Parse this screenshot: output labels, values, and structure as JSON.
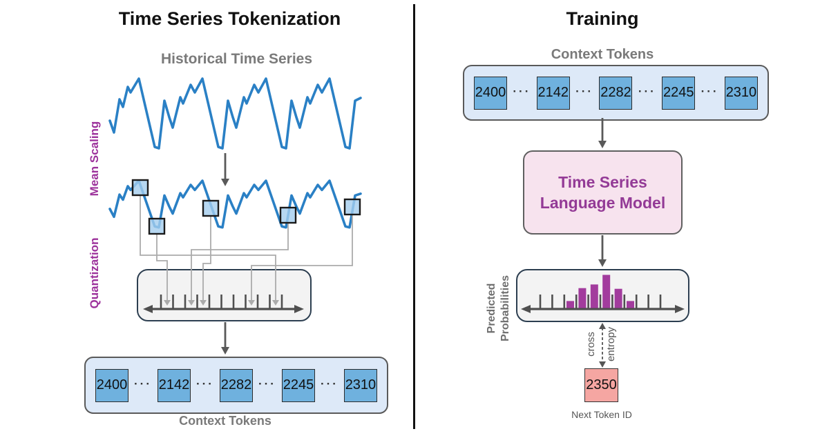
{
  "left": {
    "title": "Time Series Tokenization",
    "series_label": "Historical Time Series",
    "mean_scaling_label": "Mean Scaling",
    "quantization_label": "Quantization",
    "tokens": [
      "2400",
      "2142",
      "2282",
      "2245",
      "2310"
    ],
    "ellipsis": "···",
    "tokens_label": "Context Tokens"
  },
  "right": {
    "title": "Training",
    "tokens_label": "Context Tokens",
    "tokens": [
      "2400",
      "2142",
      "2282",
      "2245",
      "2310"
    ],
    "ellipsis": "···",
    "model_label_line1": "Time Series",
    "model_label_line2": "Language Model",
    "prob_label_line1": "Predicted",
    "prob_label_line2": "Probabilities",
    "cross_entropy_line1": "cross",
    "cross_entropy_line2": "entropy",
    "probability_bars": [
      0.21,
      0.6,
      0.71,
      1.0,
      0.58,
      0.21
    ],
    "next_token": "2350",
    "next_token_label": "Next Token ID"
  },
  "colors": {
    "series_blue": "#2a80c5",
    "token_blue": "#6fb1de",
    "token_row_bg": "#dde9f8",
    "label_purple": "#9c319b",
    "bar_purple": "#a23c9d",
    "model_pink_bg": "#f7e3ee",
    "model_text_purple": "#933a96",
    "next_token_salmon": "#f5a6a2",
    "quant_box_border_navy": "#2c3e50",
    "gray_label": "#7a7a7a",
    "arrow_gray": "#595959",
    "connector_gray": "#ababab"
  }
}
